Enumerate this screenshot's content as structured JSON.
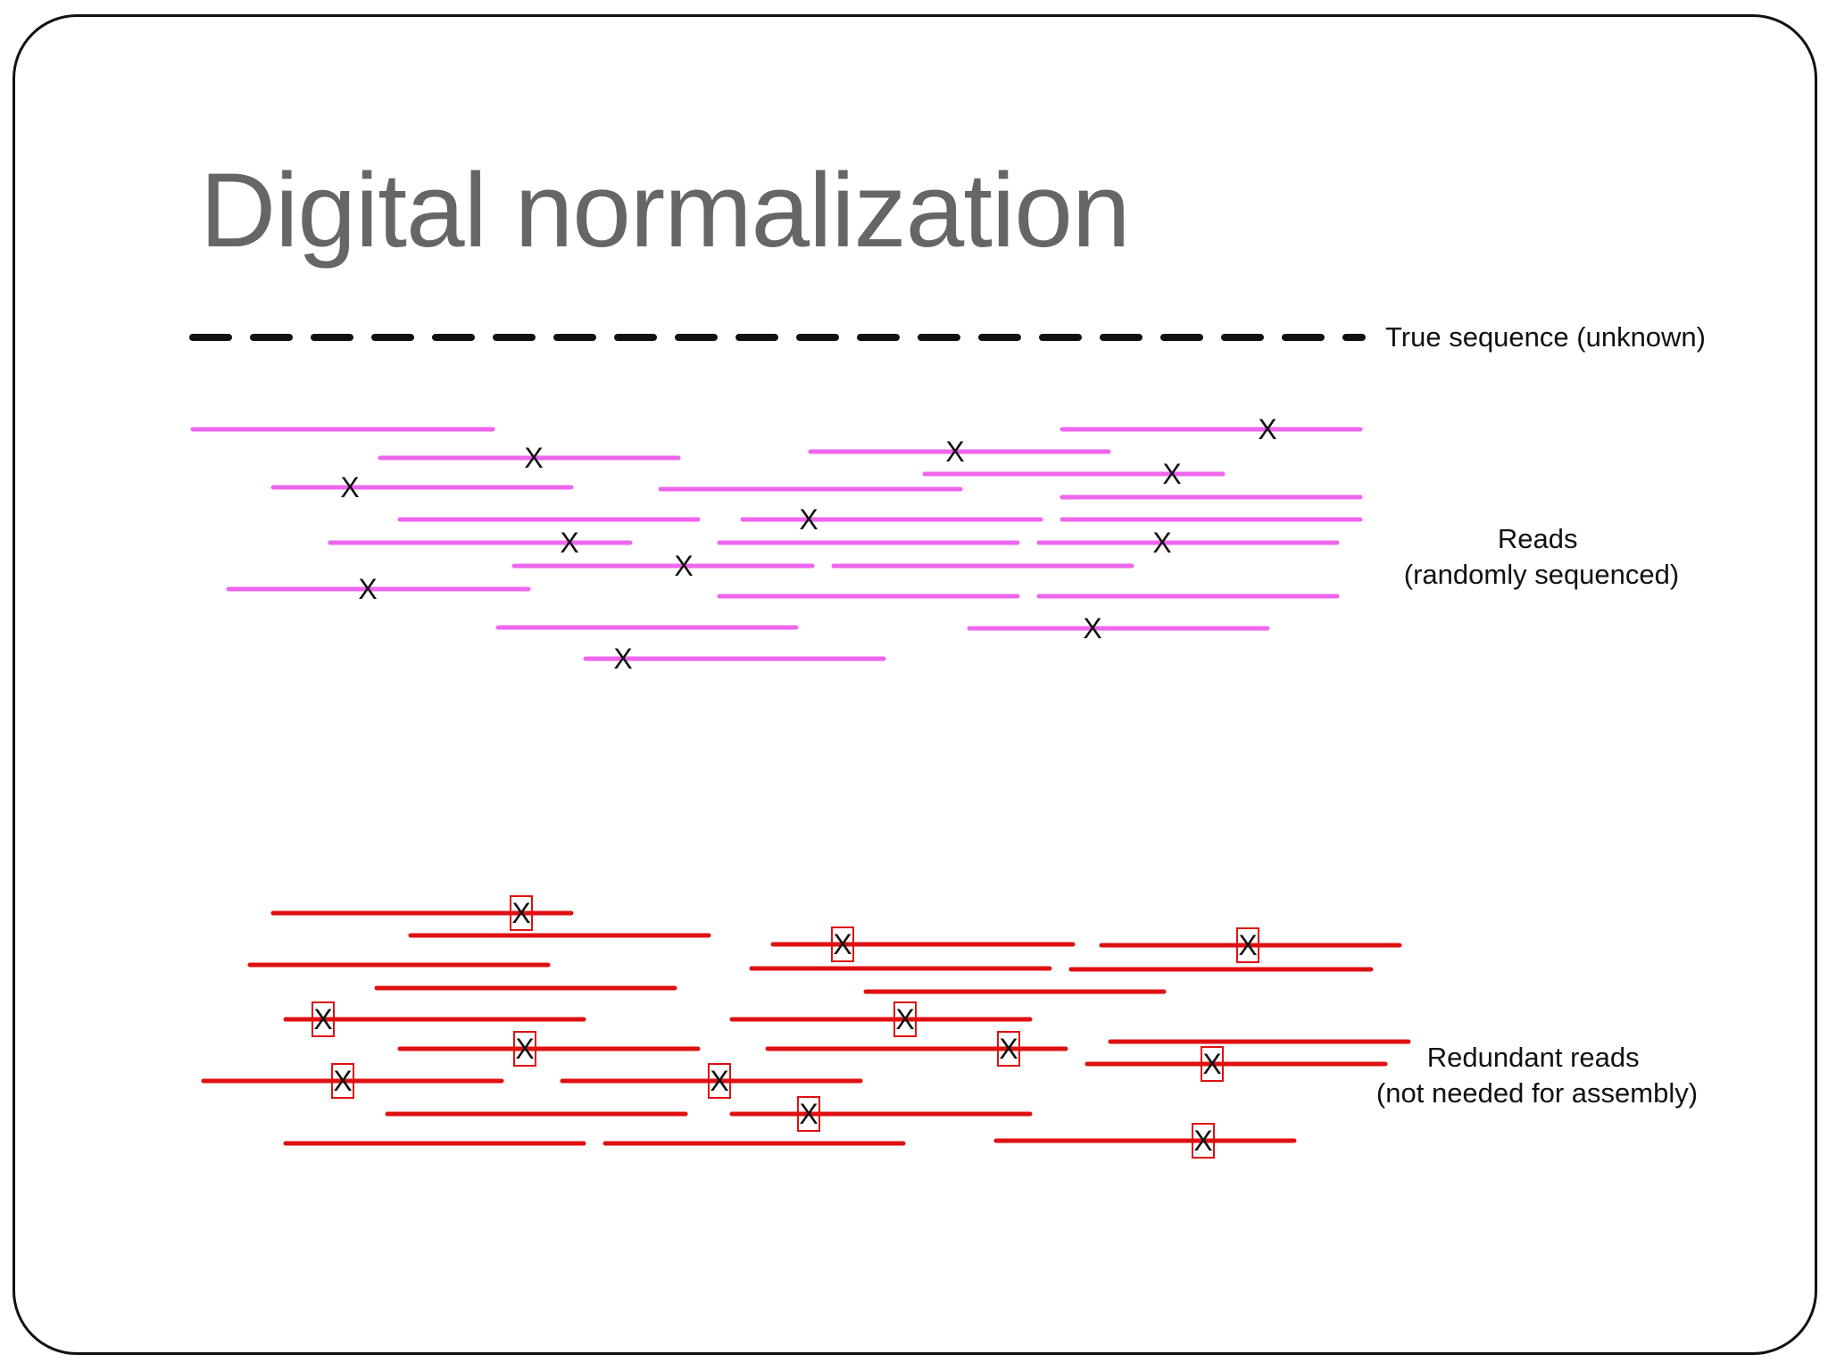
{
  "title": "Digital normalization",
  "labels": {
    "true_sequence": "True sequence (unknown)",
    "reads_line1": "Reads",
    "reads_line2": "(randomly sequenced)",
    "redundant_line1": "Redundant reads",
    "redundant_line2": "(not needed for assembly)"
  },
  "error_mark": "X",
  "colors": {
    "title": "#666666",
    "true_sequence": "#111111",
    "reads": "#ee66ee",
    "redundant_reads": "#e01010",
    "error_box": "#e01010",
    "text": "#111111"
  }
}
